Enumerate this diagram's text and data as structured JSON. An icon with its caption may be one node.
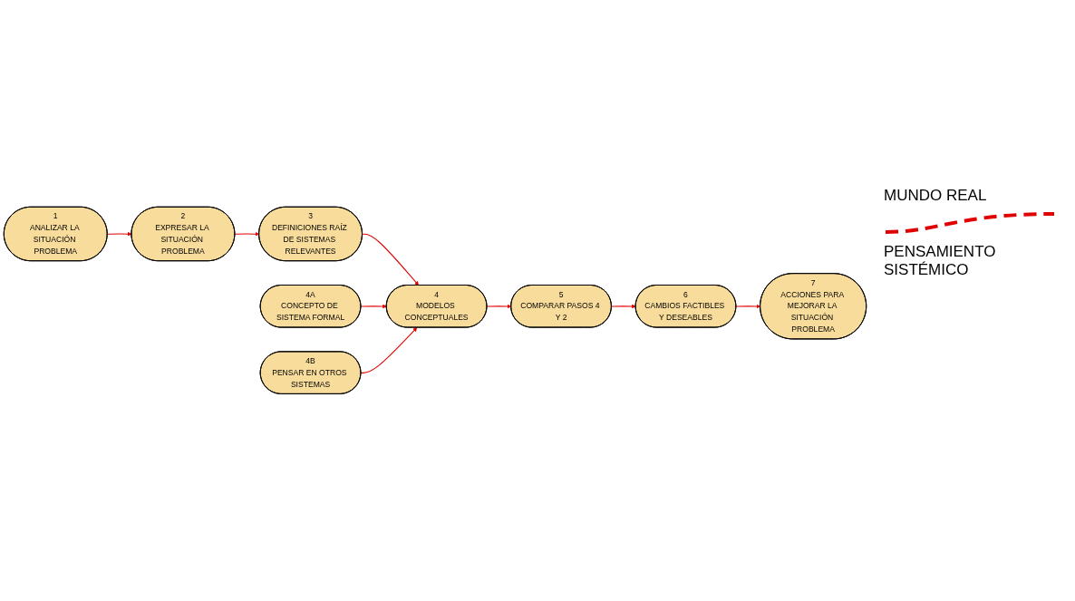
{
  "diagram": {
    "nodes": [
      {
        "text": [
          "1",
          "ANALIZAR LA SITUACIÓN PROBLEMA"
        ]
      },
      {
        "text": [
          "2",
          "EXPRESAR LA SITUACIÓN PROBLEMA"
        ]
      },
      {
        "text": [
          "3",
          "DEFINICIONES RAÍZ DE SISTEMAS RELEVANTES"
        ]
      },
      {
        "text": [
          "4",
          "MODELOS CONCEPTUALES"
        ]
      },
      {
        "text": [
          "4A",
          "CONCEPTO DE SISTEMA FORMAL"
        ]
      },
      {
        "text": [
          "4B",
          "PENSAR EN OTROS SISTEMAS"
        ]
      },
      {
        "text": [
          "5",
          "COMPARAR PASOS 4 Y 2"
        ]
      },
      {
        "text": [
          "6",
          "CAMBIOS FACTIBLES Y DESEABLES"
        ]
      },
      {
        "text": [
          "7",
          "ACCIONES PARA MEJORAR LA SITUACIÓN PROBLEMA"
        ]
      }
    ],
    "edges": [
      {
        "from": 0,
        "to": 1,
        "arrow": "to"
      },
      {
        "from": 1,
        "to": 2,
        "arrow": "to"
      },
      {
        "from": 2,
        "to": 3,
        "arrow": "to"
      },
      {
        "from": 4,
        "to": 3,
        "arrow": "to"
      },
      {
        "from": 5,
        "to": 3,
        "arrow": "to"
      },
      {
        "from": 3,
        "to": 6,
        "arrow": "to"
      },
      {
        "from": 6,
        "to": 7,
        "arrow": "to"
      },
      {
        "from": 7,
        "to": 8,
        "arrow": "to"
      }
    ],
    "labels": [
      "MUNDO REAL",
      "PENSAMIENTO SISTÉMICO"
    ]
  }
}
